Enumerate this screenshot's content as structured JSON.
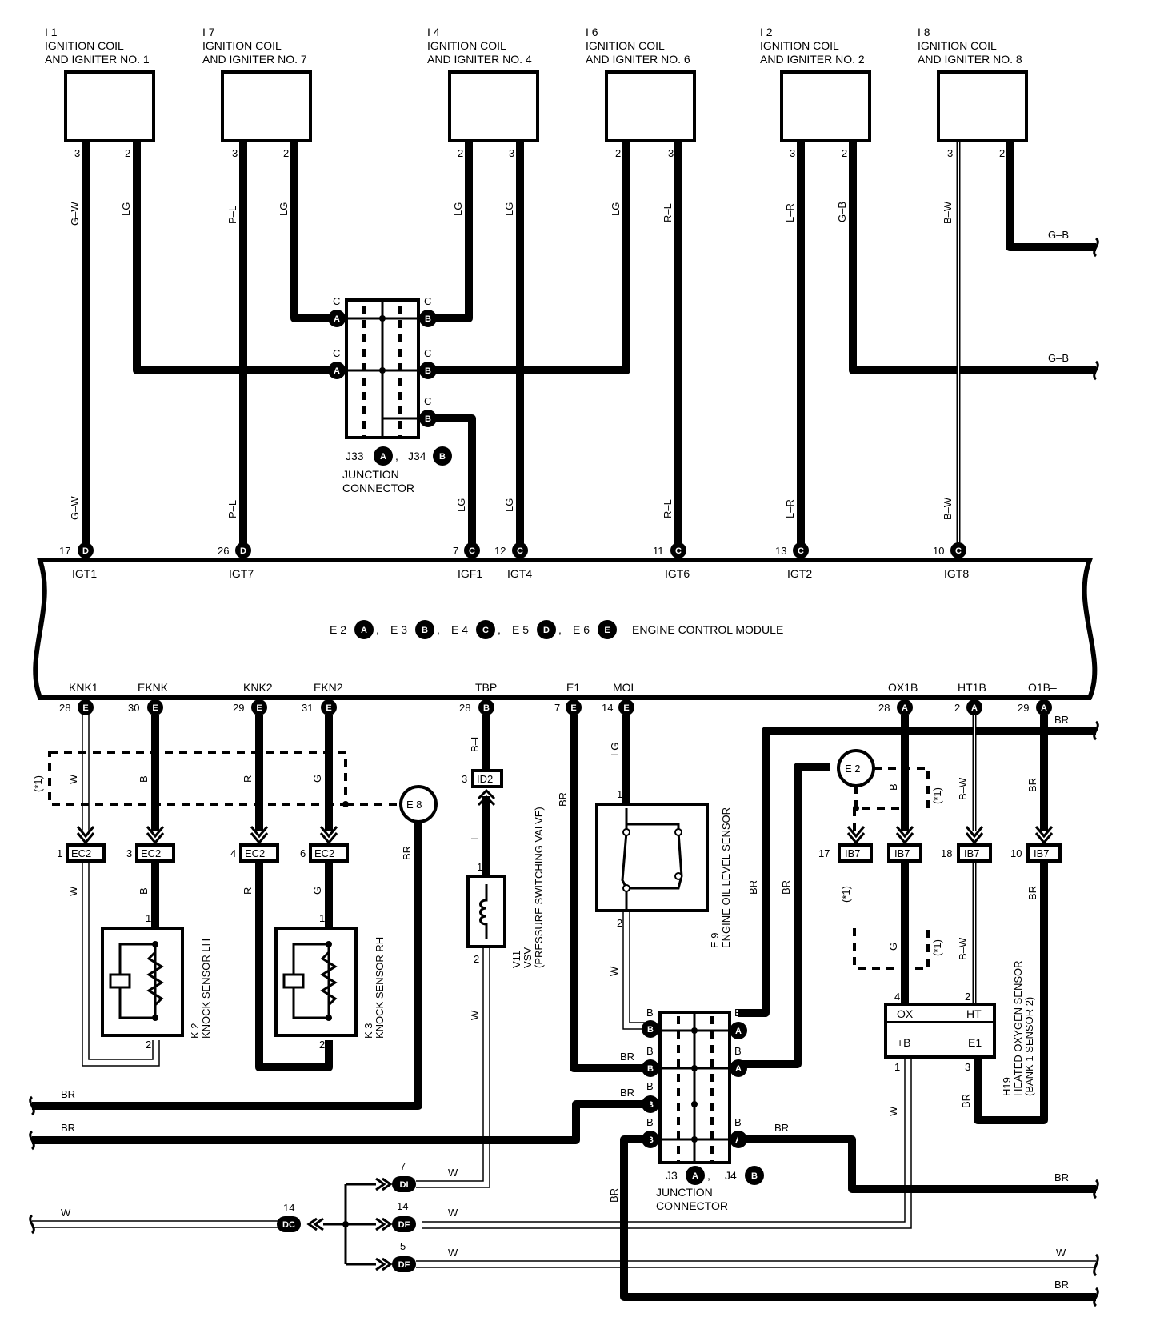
{
  "coils": [
    {
      "id": "I 1",
      "name_l1": "IGNITION COIL",
      "name_l2": "AND IGNITER NO. 1"
    },
    {
      "id": "I 7",
      "name_l1": "IGNITION COIL",
      "name_l2": "AND IGNITER NO. 7"
    },
    {
      "id": "I 4",
      "name_l1": "IGNITION COIL",
      "name_l2": "AND IGNITER NO. 4"
    },
    {
      "id": "I 6",
      "name_l1": "IGNITION COIL",
      "name_l2": "AND IGNITER NO. 6"
    },
    {
      "id": "I 2",
      "name_l1": "IGNITION COIL",
      "name_l2": "AND IGNITER NO. 2"
    },
    {
      "id": "I 8",
      "name_l1": "IGNITION COIL",
      "name_l2": "AND IGNITER NO. 8"
    }
  ],
  "wire_colors": {
    "gw": "G–W",
    "lg": "LG",
    "pl": "P–L",
    "rl": "R–L",
    "lr": "L–R",
    "gb": "G–B",
    "bw": "B–W",
    "bl": "B–L",
    "l": "L",
    "w": "W",
    "b": "B",
    "r": "R",
    "g": "G",
    "br": "BR"
  },
  "pins": {
    "p1": "1",
    "p2": "2",
    "p3": "3",
    "p4": "4",
    "p5": "5",
    "p6": "6",
    "p7": "7",
    "p10": "10",
    "p11": "11",
    "p12": "12",
    "p13": "13",
    "p14": "14",
    "p17": "17",
    "p18": "18",
    "p26": "26",
    "p28": "28",
    "p29": "29",
    "p30": "30",
    "p31": "31"
  },
  "conn_letters": {
    "a": "A",
    "b": "B",
    "c": "C",
    "d": "D",
    "e": "E"
  },
  "ecm": {
    "title": "ENGINE CONTROL MODULE",
    "conn_e2": "E 2",
    "conn_e3": "E 3",
    "conn_e4": "E 4",
    "conn_e5": "E 5",
    "conn_e6": "E 6",
    "sep": ",",
    "top_terms": {
      "igt1": "IGT1",
      "igt7": "IGT7",
      "igf1": "IGF1",
      "igt4": "IGT4",
      "igt6": "IGT6",
      "igt2": "IGT2",
      "igt8": "IGT8"
    },
    "bottom_terms": {
      "knk1": "KNK1",
      "eknk": "EKNK",
      "knk2": "KNK2",
      "ekn2": "EKN2",
      "tbp": "TBP",
      "e1": "E1",
      "mol": "MOL",
      "ox1b": "OX1B",
      "ht1b": "HT1B",
      "o1b": "O1B–"
    }
  },
  "junction_top": {
    "j33": "J33",
    "j34": "J34",
    "title_l1": "JUNCTION",
    "title_l2": "CONNECTOR"
  },
  "junction_bottom": {
    "j3": "J3",
    "j4": "J4",
    "title_l1": "JUNCTION",
    "title_l2": "CONNECTOR"
  },
  "ground_points": {
    "e8": "E 8",
    "e2": "E 2"
  },
  "connectors": {
    "ec2": "EC2",
    "id2": "ID2",
    "ib7": "IB7",
    "di": "DI",
    "dc": "DC",
    "df": "DF"
  },
  "shield_note": "(*1)",
  "sensors": {
    "k2_id": "K 2",
    "k2_name": "KNOCK SENSOR LH",
    "k3_id": "K 3",
    "k3_name": "KNOCK SENSOR RH",
    "v11_id": "V11",
    "v11_l1": "VSV",
    "v11_l2": "(PRESSURE SWITCHING VALVE)",
    "e9_id": "E 9",
    "e9_name": "ENGINE OIL LEVEL SENSOR",
    "h19_id": "H19",
    "h19_l1": "HEATED OXYGEN SENSOR",
    "h19_l2": "(BANK 1 SENSOR 2)",
    "h19_ox": "OX",
    "h19_ht": "HT",
    "h19_b": "+B",
    "h19_e1": "E1"
  }
}
